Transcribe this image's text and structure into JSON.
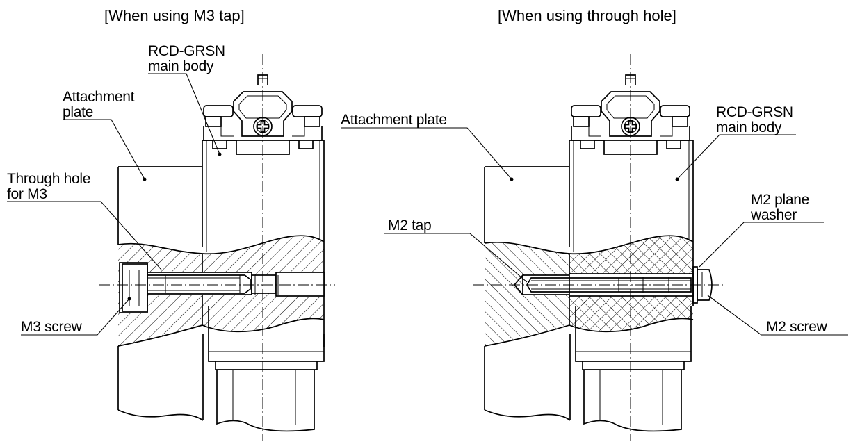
{
  "left": {
    "title": "[When using M3 tap]",
    "labels": {
      "main_body_1": "RCD-GRSN",
      "main_body_2": "main body",
      "plate_1": "Attachment",
      "plate_2": "plate",
      "hole_1": "Through hole",
      "hole_2": "for M3",
      "screw": "M3 screw"
    }
  },
  "right": {
    "title": "[When using through hole]",
    "labels": {
      "plate": "Attachment plate",
      "main_body_1": "RCD-GRSN",
      "main_body_2": "main body",
      "washer_1": "M2 plane",
      "washer_2": "washer",
      "tap": "M2 tap",
      "screw": "M2 screw"
    }
  }
}
